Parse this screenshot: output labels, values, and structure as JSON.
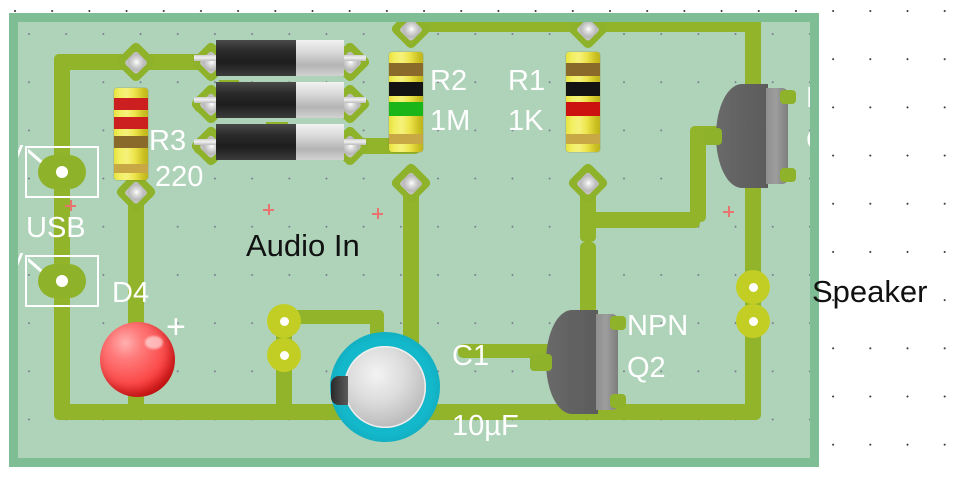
{
  "app": {
    "view": "pcb-layout-canvas",
    "background": "#ffffff"
  },
  "board": {
    "substrate_color": "#aed3b9",
    "edge_color": "#7fbe94",
    "copper_color": "#91b42a",
    "pad_color": "#c3ce25",
    "silkscreen_color": "#ffffff"
  },
  "components": {
    "r3": {
      "ref": "R3",
      "value": "220",
      "type": "resistor",
      "bands": [
        "#cc1f1f",
        "#cc1f1f",
        "#8a6a2a",
        "#c8a845"
      ]
    },
    "r2": {
      "ref": "R2",
      "value": "1M",
      "type": "resistor",
      "bands": [
        "#8a6a2a",
        "#131313",
        "#19b519",
        "#c8a845"
      ]
    },
    "r1": {
      "ref": "R1",
      "value": "1K",
      "type": "resistor",
      "bands": [
        "#8a6a2a",
        "#131313",
        "#cc1111",
        "#c8a845"
      ]
    },
    "d4": {
      "ref": "D4",
      "type": "led",
      "polarity_marker": "+",
      "color": "#f13b3b"
    },
    "c1": {
      "ref": "C1",
      "value": "10µF",
      "type": "electrolytic-capacitor",
      "color": "#13b9cb"
    },
    "q1": {
      "ref": "Q",
      "value": "P",
      "type": "transistor-to92"
    },
    "q2": {
      "ref": "Q2",
      "value": "NPN",
      "type": "transistor-to92"
    },
    "diodes": {
      "type": "axial-diode",
      "count": 3
    }
  },
  "labels": {
    "audio_in": "Audio In",
    "speaker": "Speaker",
    "usb": "USB",
    "r3_ref": "R3",
    "r3_val": "220",
    "r2_ref": "R2",
    "r2_val": "1M",
    "r1_ref": "R1",
    "r1_val": "1K",
    "d4_ref": "D4",
    "d4_plus": "+",
    "c1_ref": "C1",
    "c1_val": "10µF",
    "q2_type": "NPN",
    "q2_ref": "Q2",
    "q1_type": "P",
    "q1_ref": "Q",
    "edge_left_top": "V",
    "edge_left_bottom": "V"
  }
}
